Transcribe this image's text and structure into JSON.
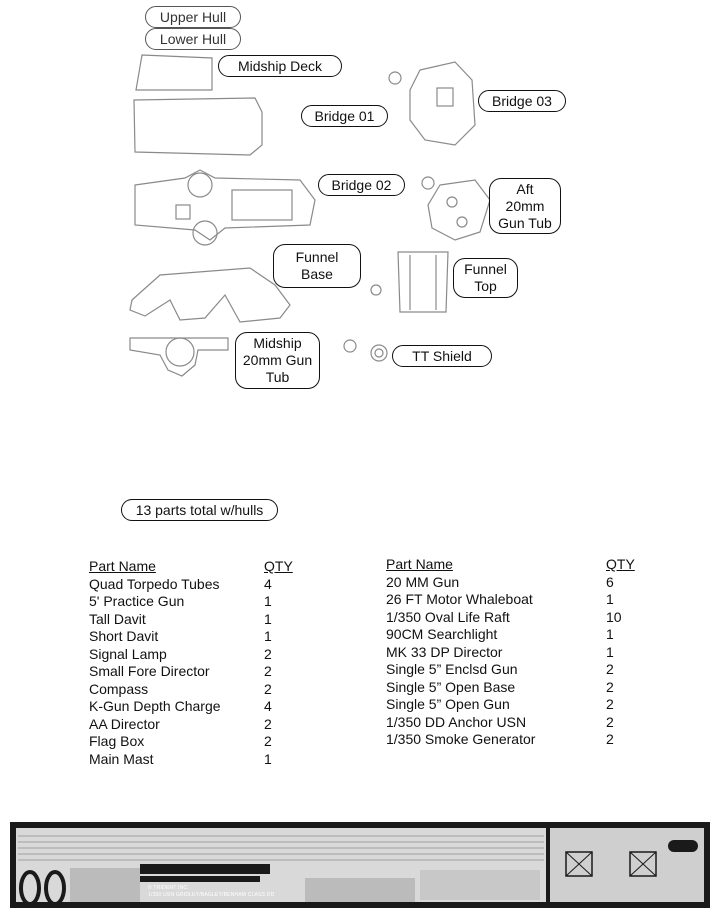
{
  "labels": {
    "upper_hull": "Upper Hull",
    "lower_hull": "Lower Hull",
    "midship_deck": "Midship Deck",
    "bridge_01": "Bridge 01",
    "bridge_02": "Bridge 02",
    "bridge_03": "Bridge 03",
    "aft_gun_tub": "Aft\n20mm\nGun Tub",
    "funnel_base": "Funnel\nBase",
    "funnel_top": "Funnel\nTop",
    "midship_gun_tub": "Midship\n20mm Gun\nTub",
    "tt_shield": "TT Shield",
    "parts_total": "13 parts total w/hulls"
  },
  "table": {
    "col_part": "Part Name",
    "col_qty": "QTY",
    "left": [
      {
        "name": "Quad Torpedo Tubes",
        "qty": "4"
      },
      {
        "name": "5' Practice Gun",
        "qty": "1"
      },
      {
        "name": "Tall Davit",
        "qty": "1"
      },
      {
        "name": "Short Davit",
        "qty": "1"
      },
      {
        "name": "Signal Lamp",
        "qty": "2"
      },
      {
        "name": "Small Fore Director",
        "qty": "2"
      },
      {
        "name": "Compass",
        "qty": "2"
      },
      {
        "name": "K-Gun Depth Charge",
        "qty": "4"
      },
      {
        "name": "AA Director",
        "qty": "2"
      },
      {
        "name": "Flag Box",
        "qty": "2"
      },
      {
        "name": "Main Mast",
        "qty": "1"
      }
    ],
    "right": [
      {
        "name": "20 MM Gun",
        "qty": "6"
      },
      {
        "name": "26 FT Motor Whaleboat",
        "qty": "1"
      },
      {
        "name": "1/350 Oval Life Raft",
        "qty": "10"
      },
      {
        "name": "90CM Searchlight",
        "qty": "1"
      },
      {
        "name": "MK 33 DP Director",
        "qty": "1"
      },
      {
        "name": "Single 5” Enclsd Gun",
        "qty": "2"
      },
      {
        "name": "Single 5” Open Base",
        "qty": "2"
      },
      {
        "name": "Single 5” Open Gun",
        "qty": "2"
      },
      {
        "name": "1/350 DD Anchor USN",
        "qty": "2"
      },
      {
        "name": "1/350 Smoke Generator",
        "qty": "2"
      }
    ]
  },
  "fret": {
    "maker": "© TRIDENT INC.",
    "title": "1/350  USN  GRIDLEY/BAGLEY/BENHAM  CLASS DD"
  },
  "colors": {
    "ink": "#111111",
    "sketch": "#8a8a8a",
    "sheet": "#1a1a1a"
  }
}
